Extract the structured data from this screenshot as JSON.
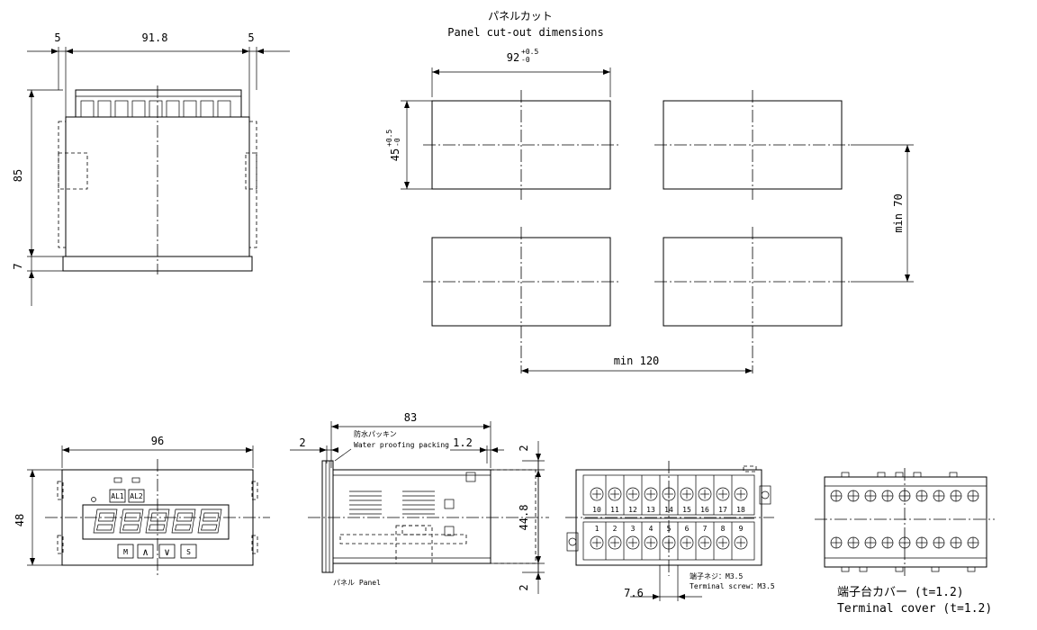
{
  "top_view": {
    "dim_left": "5",
    "dim_width": "91.8",
    "dim_right": "5",
    "dim_height": "85",
    "dim_bezel": "7"
  },
  "panel_cutout": {
    "title_jp": "パネルカット",
    "title_en": "Panel cut-out dimensions",
    "dim_width": "92",
    "dim_width_tol_plus": "+0.5",
    "dim_width_tol_minus": "-0",
    "dim_height": "45",
    "dim_height_tol_plus": "+0.5",
    "dim_height_tol_minus": "-0",
    "min_vertical": "min 70",
    "min_horizontal": "min 120"
  },
  "front_view": {
    "dim_width": "96",
    "dim_height": "48",
    "btn_al1": "AL1",
    "btn_al2": "AL2",
    "btn_m": "M",
    "btn_up": "∧",
    "btn_down": "∨",
    "btn_s": "S",
    "display": "88888"
  },
  "side_view": {
    "dim_depth": "83",
    "dim_bezel": "2",
    "dim_gap": "1.2",
    "dim_top": "2",
    "dim_body": "44.8",
    "dim_bottom": "2",
    "packing_jp": "防水パッキン",
    "packing_en": "Water proofing packing",
    "panel_label": "パネル Panel"
  },
  "rear_view": {
    "terminals_top": [
      "10",
      "11",
      "12",
      "13",
      "14",
      "15",
      "16",
      "17",
      "18"
    ],
    "terminals_bottom": [
      "1",
      "2",
      "3",
      "4",
      "5",
      "6",
      "7",
      "8",
      "9"
    ],
    "pitch": "7.6",
    "screw_jp": "端子ネジ：M3.5",
    "screw_en": "Terminal screw：M3.5"
  },
  "cover_view": {
    "label_jp": "端子台カバー (t=1.2)",
    "label_en": "Terminal cover (t=1.2)"
  }
}
